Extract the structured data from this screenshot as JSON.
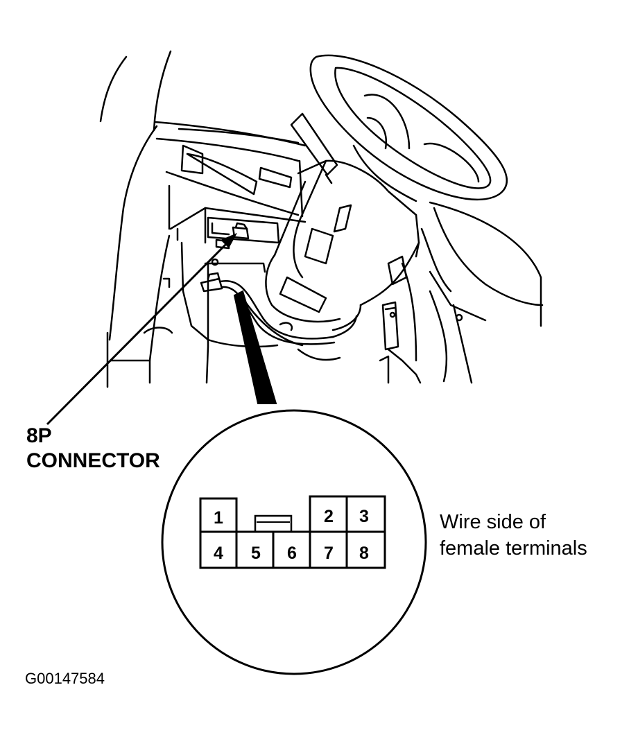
{
  "callout": {
    "line1": "8P",
    "line2": "CONNECTOR"
  },
  "connector": {
    "pins": [
      "1",
      "2",
      "3",
      "4",
      "5",
      "6",
      "7",
      "8"
    ]
  },
  "terminal_note": {
    "line1": "Wire side of",
    "line2": "female terminals"
  },
  "figure_id": "G00147584"
}
